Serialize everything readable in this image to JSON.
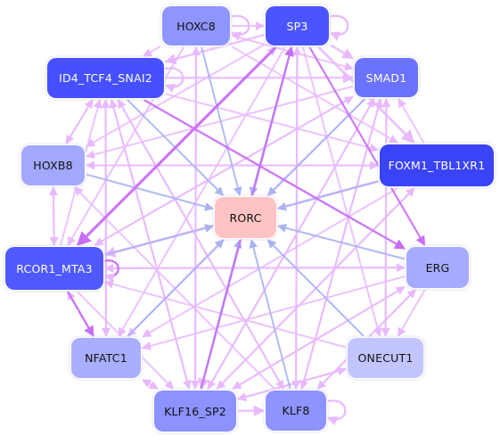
{
  "graph": {
    "nodes": [
      {
        "id": "hoxc8",
        "label": "HOXC8",
        "color": "#8f95ff",
        "text": "#111111"
      },
      {
        "id": "sp3",
        "label": "SP3",
        "color": "#4b55ff",
        "text": "#ffffff"
      },
      {
        "id": "id4",
        "label": "ID4_TCF4_SNAI2",
        "color": "#4650ff",
        "text": "#ffffff"
      },
      {
        "id": "smad1",
        "label": "SMAD1",
        "color": "#6a72ff",
        "text": "#ffffff"
      },
      {
        "id": "hoxb8",
        "label": "HOXB8",
        "color": "#a3a8ff",
        "text": "#111111"
      },
      {
        "id": "foxm1",
        "label": "FOXM1_TBL1XR1",
        "color": "#3a44f7",
        "text": "#ffffff"
      },
      {
        "id": "rorc",
        "label": "RORC",
        "color": "#ffc3c3",
        "text": "#111111"
      },
      {
        "id": "rcor1",
        "label": "RCOR1_MTA3",
        "color": "#4f59ff",
        "text": "#ffffff"
      },
      {
        "id": "erg",
        "label": "ERG",
        "color": "#a6abff",
        "text": "#111111"
      },
      {
        "id": "nfatc1",
        "label": "NFATC1",
        "color": "#a9aeff",
        "text": "#111111"
      },
      {
        "id": "onecut1",
        "label": "ONECUT1",
        "color": "#c2c5ff",
        "text": "#111111"
      },
      {
        "id": "klf16",
        "label": "KLF16_SP2",
        "color": "#8c92ff",
        "text": "#111111"
      },
      {
        "id": "klf8",
        "label": "KLF8",
        "color": "#8d93ff",
        "text": "#111111"
      }
    ],
    "edge_colors": {
      "activation": "#e9b8ff",
      "activation_strong": "#c86ef5",
      "repression": "#aab3f2"
    }
  }
}
